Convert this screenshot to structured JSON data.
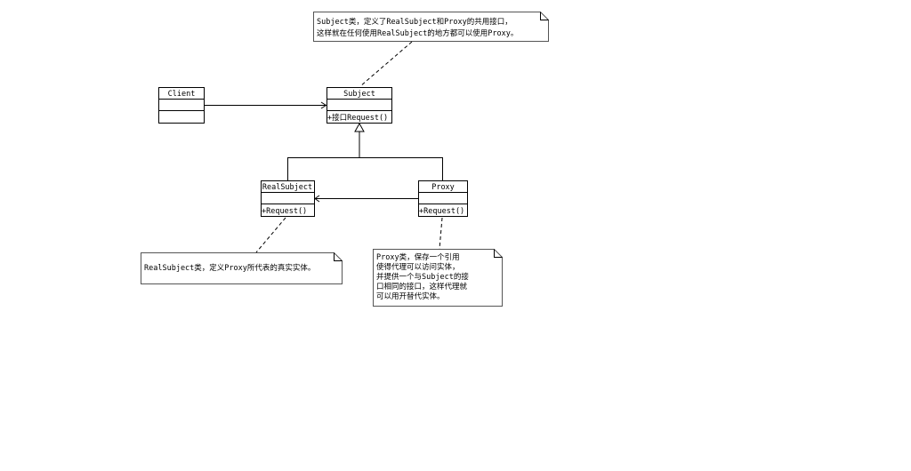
{
  "classes": {
    "client": {
      "name": "Client",
      "attributes": "",
      "operations": ""
    },
    "subject": {
      "name": "Subject",
      "attributes": "",
      "operations": "+接口Request()"
    },
    "real_subject": {
      "name": "RealSubject",
      "attributes": "",
      "operations": "+Request()"
    },
    "proxy": {
      "name": "Proxy",
      "attributes": "",
      "operations": "+Request()"
    }
  },
  "notes": {
    "subject": [
      "Subject类，定义了RealSubject和Proxy的共用接口，",
      "这样就在任何使用RealSubject的地方都可以使用Proxy。"
    ],
    "real_subject": [
      "RealSubject类，定义Proxy所代表的真实实体。"
    ],
    "proxy": [
      "Proxy类，保存一个引用",
      "使得代理可以访问实体，",
      "并提供一个与Subject的接",
      "口相同的接口，这样代理就",
      "可以用开替代实体。"
    ]
  }
}
